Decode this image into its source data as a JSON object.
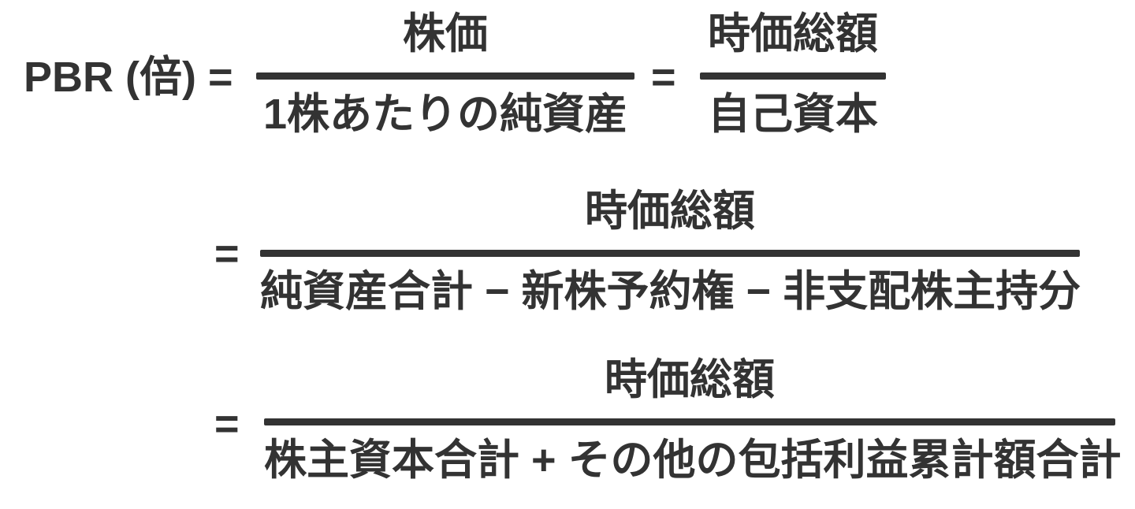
{
  "formula": {
    "title": "PBR formula diagram",
    "lhs_label": "PBR (倍)",
    "equals": "=",
    "ink_color": "#333333",
    "background_color": "#ffffff",
    "fractions": [
      {
        "num": "株価",
        "den": "1株あたりの純資産"
      },
      {
        "num": "時価総額",
        "den": "自己資本"
      },
      {
        "num": "時価総額",
        "den": "純資産合計 − 新株予約権 − 非支配株主持分"
      },
      {
        "num": "時価総額",
        "den": "株主資本合計 + その他の包括利益累計額合計"
      }
    ]
  }
}
